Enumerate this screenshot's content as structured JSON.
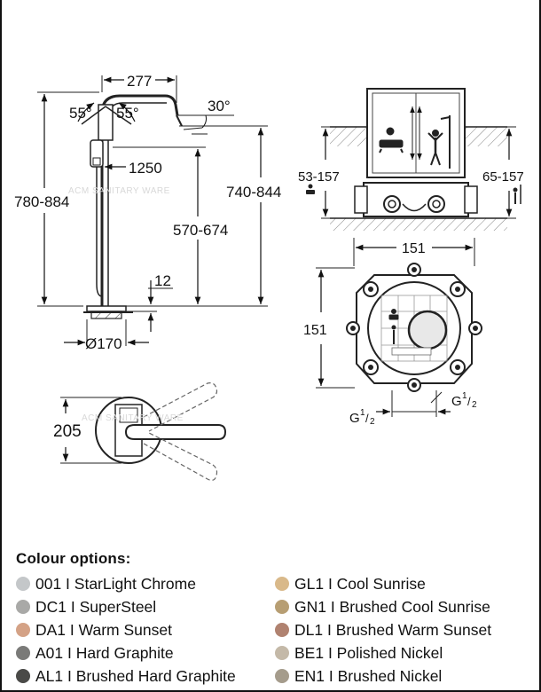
{
  "faucet_side": {
    "spout_width": "277",
    "angle_left": "55°",
    "angle_right": "55°",
    "spout_angle": "30°",
    "hose_length": "1250",
    "overall_height": "780-884",
    "spout_height": "740-844",
    "lever_height": "570-674",
    "base_thickness": "12",
    "base_diameter": "Ø170"
  },
  "faucet_top": {
    "depth": "205"
  },
  "watermark": "ACM SANITARY WARE",
  "box_side": {
    "left_depth": "53-157",
    "right_depth": "65-157"
  },
  "box_front": {
    "width": "151",
    "height": "151",
    "connection_left": "G",
    "connection_right": "G",
    "fraction_num": "1",
    "fraction_den": "2"
  },
  "colour_options": {
    "title": "Colour options:",
    "items": [
      {
        "label": "001 I StarLight Chrome",
        "color": "#c4c7c9"
      },
      {
        "label": "GL1 I Cool Sunrise",
        "color": "#d9b98a"
      },
      {
        "label": "DC1 I SuperSteel",
        "color": "#a9a9a7"
      },
      {
        "label": "GN1 I Brushed Cool Sunrise",
        "color": "#b79e73"
      },
      {
        "label": "DA1 I Warm Sunset",
        "color": "#d4a286"
      },
      {
        "label": "DL1 I Brushed Warm Sunset",
        "color": "#b08270"
      },
      {
        "label": "A01 I Hard Graphite",
        "color": "#7a7a78"
      },
      {
        "label": "BE1 I Polished Nickel",
        "color": "#c4b9a8"
      },
      {
        "label": "AL1 I Brushed Hard Graphite",
        "color": "#4a4a48"
      },
      {
        "label": "EN1 I Brushed Nickel",
        "color": "#a59c8c"
      }
    ]
  }
}
